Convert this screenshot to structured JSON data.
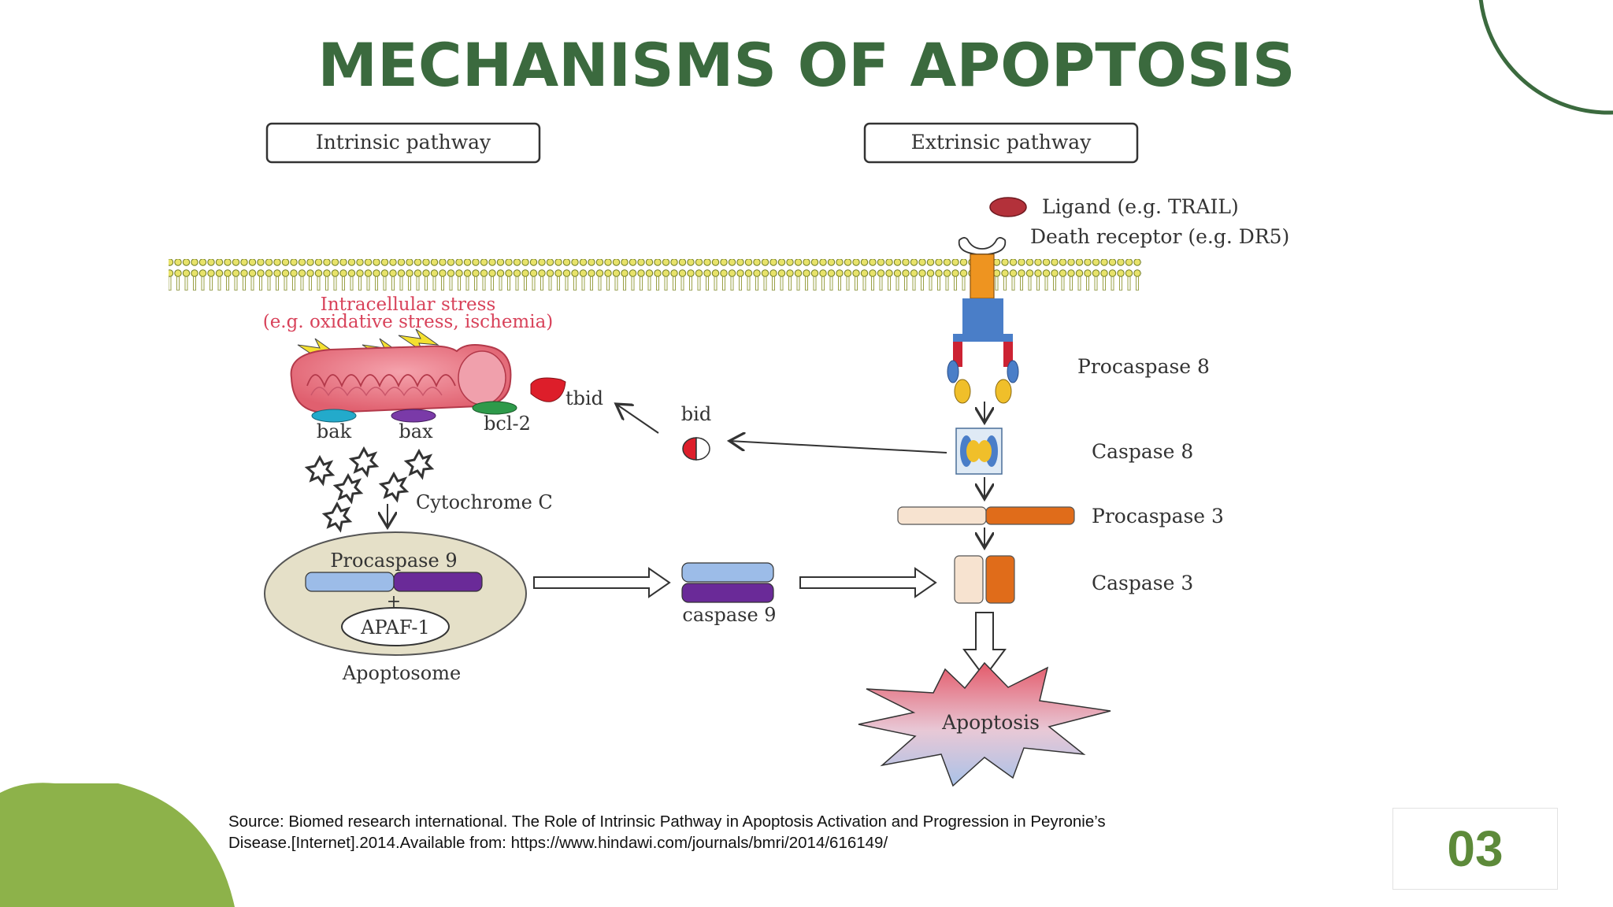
{
  "slide": {
    "title": "MECHANISMS OF APOPTOSIS",
    "page_number": "03",
    "source_line1": "Source: Biomed research international. The Role of Intrinsic Pathway in Apoptosis Activation and Progression in Peyronie’s",
    "source_line2": "Disease.[Internet].2014.Available from: https://www.hindawi.com/journals/bmri/2014/616149/",
    "colors": {
      "title": "#3b6a3e",
      "accent_green": "#8db24a",
      "page_number": "#5d8a3a"
    }
  },
  "diagram": {
    "intrinsic_label": "Intrinsic pathway",
    "extrinsic_label": "Extrinsic pathway",
    "ligand": "Ligand (e.g. TRAIL)",
    "death_receptor": "Death receptor (e.g. DR5)",
    "stress_line1": "Intracellular stress",
    "stress_line2": "(e.g. oxidative stress, ischemia)",
    "tbid": "tbid",
    "bid": "bid",
    "bak": "bak",
    "bax": "bax",
    "bcl2": "bcl-2",
    "cytochrome": "Cytochrome C",
    "procaspase9": "Procaspase 9",
    "plus": "+",
    "apaf1": "APAF-1",
    "apoptosome": "Apoptosome",
    "caspase9": "caspase 9",
    "procaspase8": "Procaspase 8",
    "caspase8": "Caspase 8",
    "procaspase3": "Procaspase 3",
    "caspase3": "Caspase 3",
    "apoptosis": "Apoptosis"
  }
}
